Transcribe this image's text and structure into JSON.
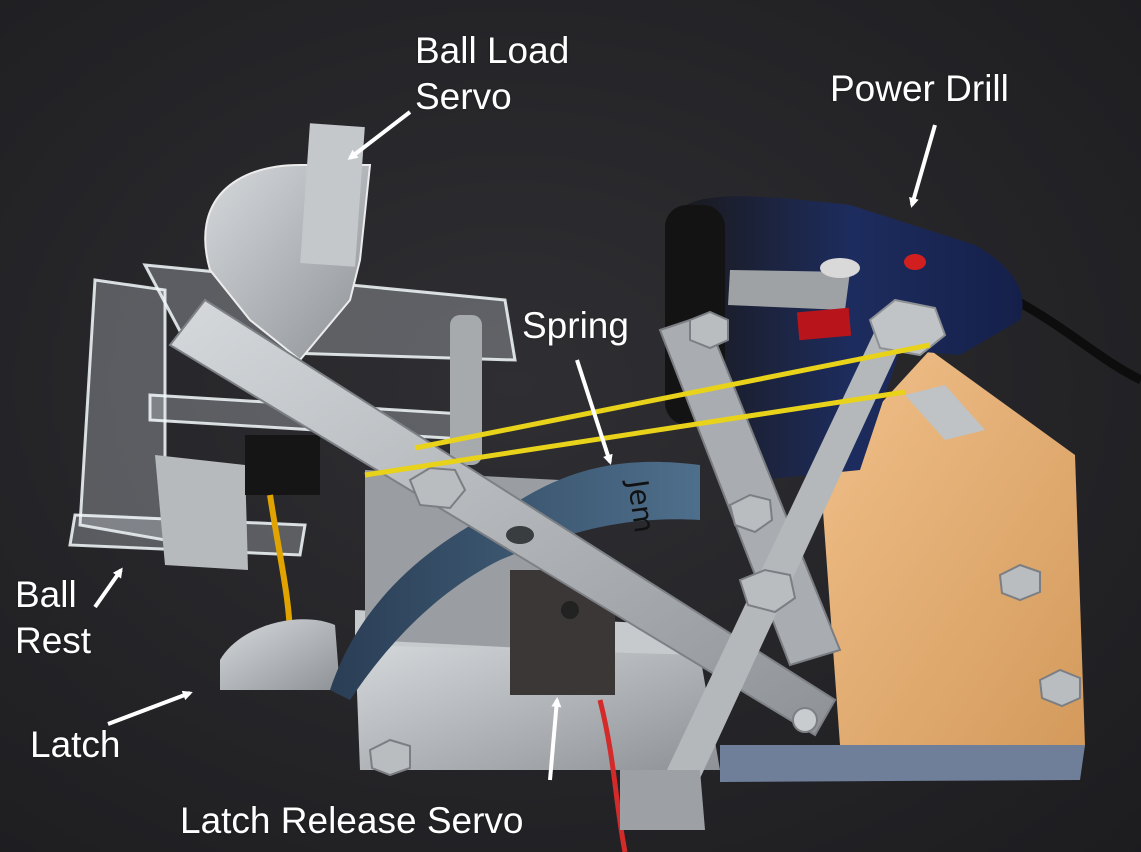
{
  "labels": {
    "ball_load_servo": "Ball Load\nServo",
    "power_drill": "Power Drill",
    "spring": "Spring",
    "ball_rest": "Ball\nRest",
    "latch": "Latch",
    "latch_release_servo": "Latch Release Servo"
  },
  "handwriting": "Jem",
  "colors": {
    "background": "#26262a",
    "label_text": "#ffffff",
    "arrow": "#ffffff",
    "rubber_band": "#e8d21a",
    "drill_body": "#1b2a55",
    "wood_base": "#e0ab70",
    "aluminum": "#b8bcbf"
  }
}
